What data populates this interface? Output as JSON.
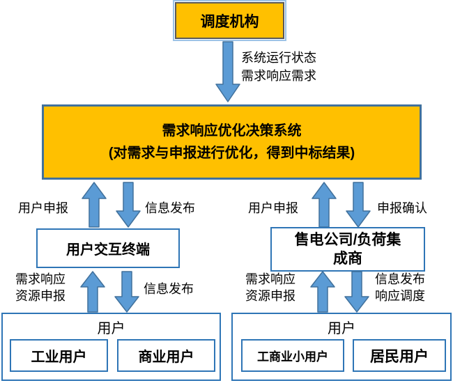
{
  "colors": {
    "background": "#FFFFFF",
    "node_fill": "#FFC000",
    "arrow_fill": "#5B9BD5",
    "arrow_stroke": "#41719C",
    "blue_border": "#2E75B6",
    "decision_border": "#41719C",
    "dispatch_border": "#595959",
    "dispatch_outline": "#9DC3E6",
    "text": "#000000"
  },
  "nodes": {
    "dispatch": {
      "label": "调度机构"
    },
    "decision": {
      "line1": "需求响应优化决策系统",
      "line2": "(对需求与申报进行优化，得到中标结果)"
    },
    "terminal": {
      "label": "用户交互终端"
    },
    "aggregator": {
      "label": "售电公司/负荷集成商"
    },
    "users_left": {
      "label": "用户",
      "children": [
        "工业用户",
        "商业用户"
      ]
    },
    "users_right": {
      "label": "用户",
      "children": [
        "工商业小用户",
        "居民用户"
      ]
    }
  },
  "edge_labels": {
    "dispatch_down": {
      "line1": "系统运行状态",
      "line2": "需求响应需求"
    },
    "terminal_up": "用户申报",
    "terminal_down": "信息发布",
    "aggregator_up": "用户申报",
    "aggregator_down": "申报确认",
    "users_left_up": {
      "line1": "需求响应",
      "line2": "资源申报"
    },
    "users_left_down": "信息发布",
    "users_right_up": {
      "line1": "需求响应",
      "line2": "资源申报"
    },
    "users_right_down": {
      "line1": "信息发布",
      "line2": "响应调度"
    }
  }
}
